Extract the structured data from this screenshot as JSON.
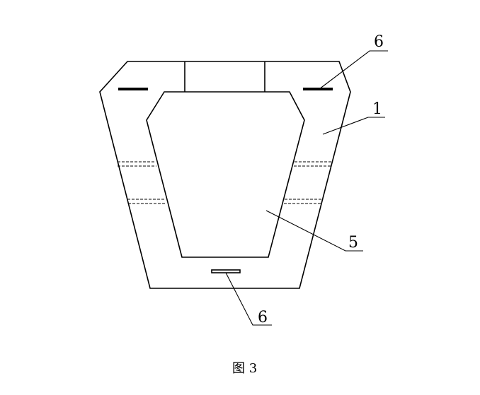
{
  "labels": {
    "top_right": "6",
    "body": "1",
    "inner": "5",
    "bottom": "6"
  },
  "caption": "图 3"
}
